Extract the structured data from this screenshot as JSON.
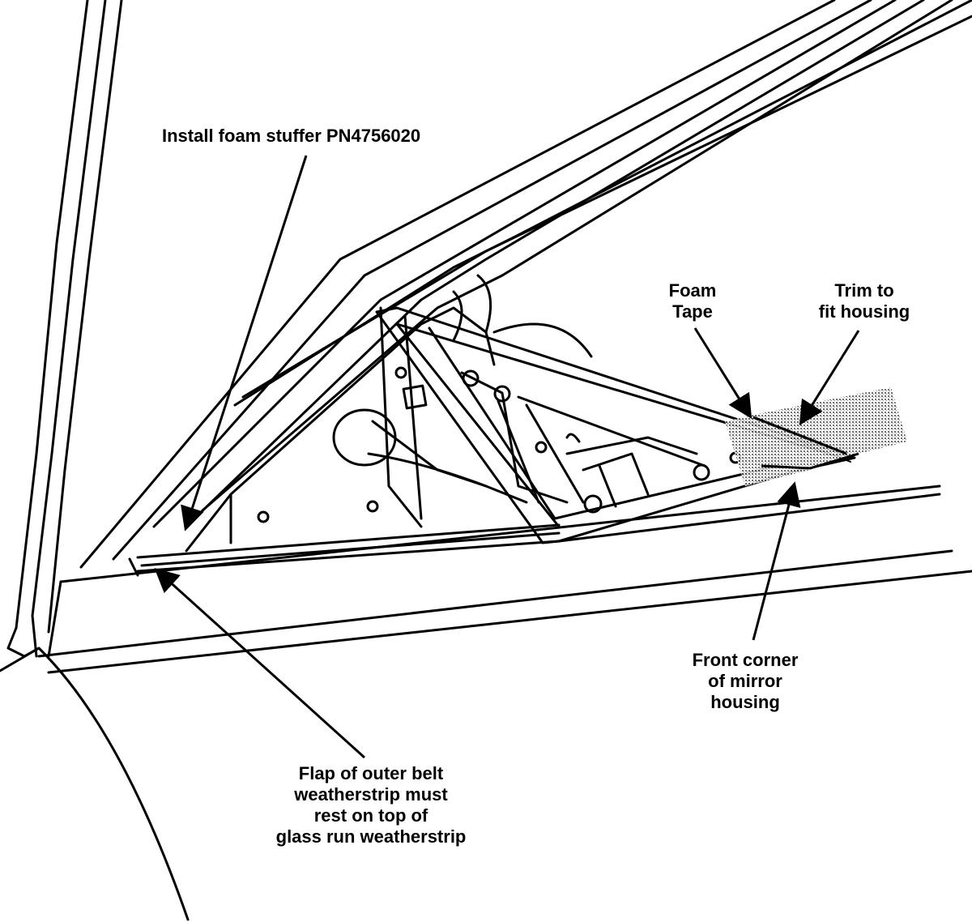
{
  "callouts": {
    "foam_stuffer": [
      "Install foam stuffer PN4756020"
    ],
    "foam_tape": [
      "Foam",
      "Tape"
    ],
    "trim_to_fit": [
      "Trim to",
      "fit housing"
    ],
    "front_corner": [
      "Front corner",
      "of mirror",
      "housing"
    ],
    "flap": [
      "Flap of outer belt",
      "weatherstrip must",
      "rest on top of",
      "glass run weatherstrip"
    ]
  },
  "colors": {
    "ink": "#000000",
    "paper": "#ffffff",
    "stipple": "#9a9a9a"
  }
}
